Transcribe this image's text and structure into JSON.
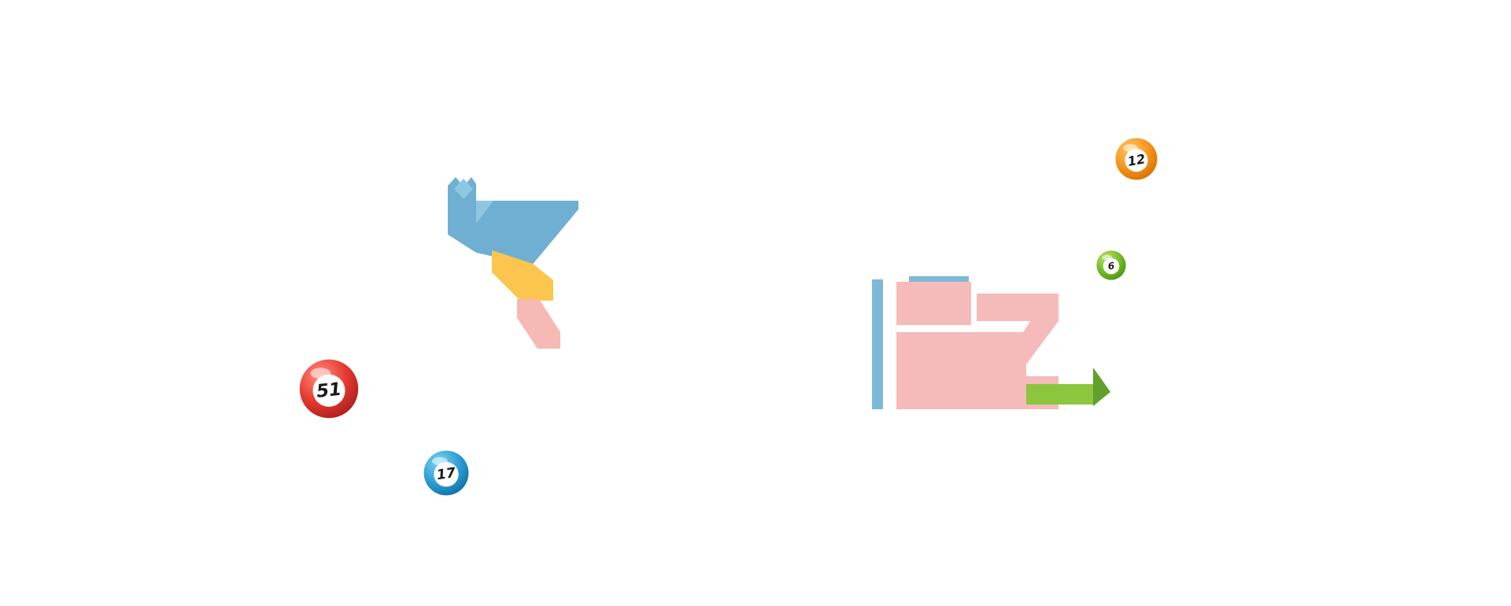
{
  "page": {
    "background": "#ffffff",
    "description": "Sparse bingo game promo canvas with decorative origami-style shapes and scattered bingo balls"
  },
  "balls": [
    {
      "number": "51",
      "color_light": "#ff8f7e",
      "color": "#e63a30",
      "color_dark": "#a81d19"
    },
    {
      "number": "17",
      "color_light": "#7fd6f4",
      "color": "#2f9fd6",
      "color_dark": "#0f6ea4"
    },
    {
      "number": "12",
      "color_light": "#ffc763",
      "color": "#f7941e",
      "color_dark": "#d37100"
    },
    {
      "number": "6",
      "color_light": "#b9e16d",
      "color": "#77bd27",
      "color_dark": "#4c9212"
    }
  ],
  "illustrations": {
    "left": {
      "blue": "#6fb0d2",
      "blue_light": "#8ec7e2",
      "yellow": "#fbc54e",
      "pink": "#f6b9b4"
    },
    "right": {
      "blue": "#7cb9d8",
      "pink": "#f5bbba",
      "green": "#8cc63e",
      "green_dark": "#639f2b"
    }
  }
}
